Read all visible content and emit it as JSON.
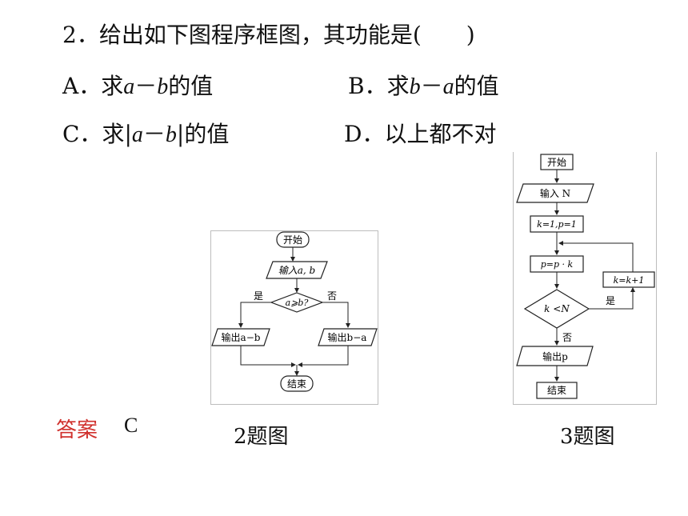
{
  "question": {
    "number": "2．",
    "stem": "给出如下图程序框图，其功能是(　　)",
    "options": {
      "A": {
        "label": "A．",
        "pre": "求",
        "var1": "a",
        "op": "－",
        "var2": "b",
        "post": "的值"
      },
      "B": {
        "label": "B．",
        "pre": "求",
        "var1": "b",
        "op": "－",
        "var2": "a",
        "post": "的值"
      },
      "C": {
        "label": "C．",
        "pre": "求|",
        "var1": "a",
        "op": "－",
        "var2": "b",
        "post": "|的值"
      },
      "D": {
        "label": "D．",
        "text": "以上都不对"
      }
    }
  },
  "answer": {
    "label": "答案",
    "value": "C"
  },
  "figure2": {
    "caption": "2题图",
    "start": "开始",
    "input": "输入a, b",
    "condition": "a⩾b?",
    "yes": "是",
    "no": "否",
    "out_left": "输出a−b",
    "out_right": "输出b−a",
    "end": "结束"
  },
  "figure3": {
    "caption": "3题图",
    "start": "开始",
    "input": "输入 N",
    "init": "k=1,p=1",
    "process": "p=p · k",
    "incr": "k=k+1",
    "condition": "k <N",
    "yes": "是",
    "no": "否",
    "output": "输出p",
    "end": "结束"
  }
}
